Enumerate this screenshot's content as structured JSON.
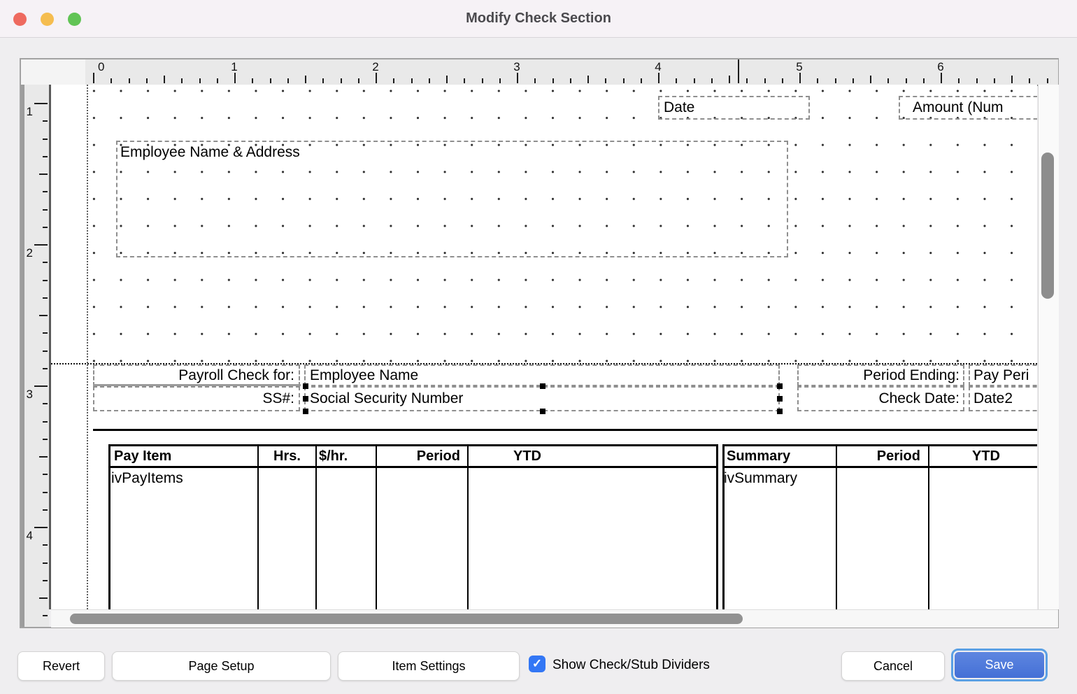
{
  "window": {
    "title": "Modify Check Section"
  },
  "rulers": {
    "horizontal": [
      "0",
      "1",
      "2",
      "3",
      "4",
      "5",
      "6"
    ],
    "vertical": [
      "1",
      "2",
      "3",
      "4"
    ]
  },
  "check_section": {
    "date_label": "Date",
    "amount_label": "Amount (Num",
    "employee_address_label": "Employee Name & Address"
  },
  "stub_fields": {
    "payroll_check_for_label": "Payroll Check for:",
    "employee_name_value": "Employee Name",
    "ss_label": "SS#:",
    "ssn_value": "Social Security Number",
    "period_ending_label": "Period Ending:",
    "period_ending_value": "Pay Peri",
    "check_date_label": "Check Date:",
    "check_date_value": "Date2"
  },
  "pay_items_table": {
    "headers": [
      "Pay Item",
      "Hrs.",
      "$/hr.",
      "Period",
      "YTD"
    ],
    "row_value": "ivPayItems"
  },
  "summary_table": {
    "headers": [
      "Summary",
      "Period",
      "YTD"
    ],
    "row_value": "ivSummary"
  },
  "footer": {
    "revert_label": "Revert",
    "page_setup_label": "Page Setup",
    "item_settings_label": "Item Settings",
    "checkbox_label": "Show Check/Stub Dividers",
    "checkbox_checked": true,
    "checkmark_glyph": "✓",
    "cancel_label": "Cancel",
    "save_label": "Save"
  },
  "colors": {
    "titlebar_bg": "#f6f2f6",
    "traffic_red": "#ee6a5f",
    "traffic_yellow": "#f5bd4f",
    "traffic_green": "#61c455",
    "checkbox_blue": "#3377f5",
    "save_button_blue": "#4470d6",
    "save_focus_ring": "#5ba0e4",
    "scrollbar_thumb": "#8d8d8d",
    "ruler_bg": "#e9e9e9"
  }
}
